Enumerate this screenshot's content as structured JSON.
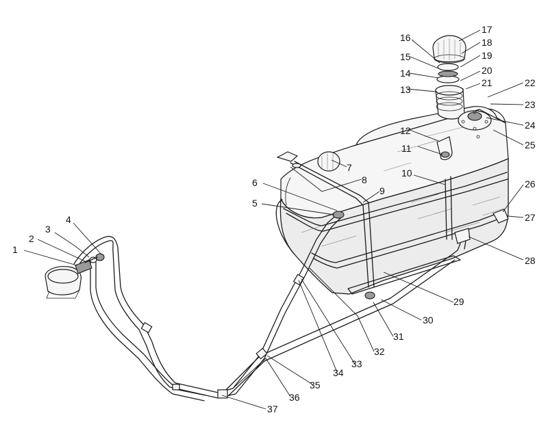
{
  "diagram": {
    "callout_numbers": [
      "1",
      "2",
      "3",
      "4",
      "5",
      "6",
      "7",
      "8",
      "9",
      "10",
      "11",
      "12",
      "13",
      "14",
      "15",
      "16",
      "17",
      "18",
      "19",
      "20",
      "21",
      "22",
      "23",
      "24",
      "25",
      "26",
      "27",
      "28",
      "29",
      "30",
      "31",
      "32",
      "33",
      "34",
      "35",
      "36",
      "37"
    ],
    "colors": {
      "ink": "#1a1a1a",
      "shade": "#ececec",
      "background": "#ffffff"
    }
  }
}
